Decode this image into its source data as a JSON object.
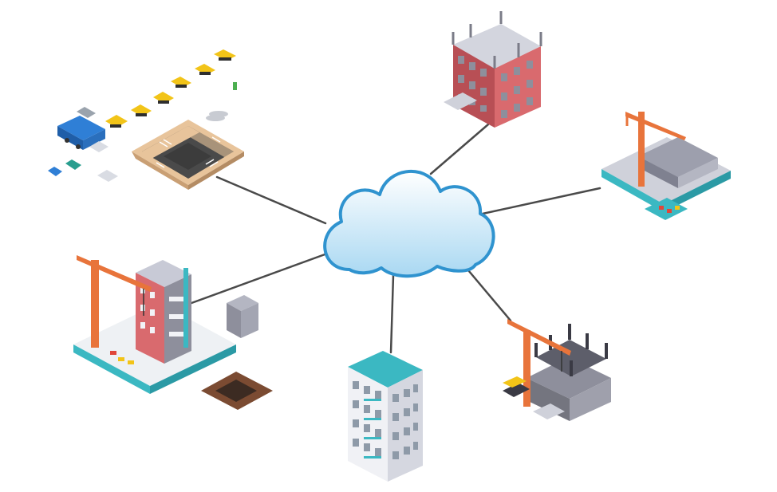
{
  "diagram": {
    "type": "hub-and-spoke",
    "hub": {
      "icon": "cloud-icon"
    },
    "nodes": [
      {
        "id": "traffic-intersection-and-construction-vehicles",
        "icon": "intersection-icon"
      },
      {
        "id": "building-frame-under-construction",
        "icon": "building-frame-icon"
      },
      {
        "id": "construction-site-with-tower-crane",
        "icon": "crane-site-icon"
      },
      {
        "id": "building-with-crane-and-site-fence",
        "icon": "crane-building-icon"
      },
      {
        "id": "finished-apartment-tower",
        "icon": "apartment-tower-icon"
      },
      {
        "id": "concrete-frame-with-crane",
        "icon": "crane-frame-icon"
      }
    ],
    "colors": {
      "cloud_top": "#ffffff",
      "cloud_bottom": "#a9d8f2",
      "cloud_outline": "#2f93cf",
      "connector": "#4a4a4a",
      "crane": "#e8743b",
      "brick": "#c55a5a",
      "concrete": "#8e8f9c",
      "teal": "#3bb8c2",
      "vehicle": "#f2c418",
      "truck": "#2f7fd6"
    }
  }
}
